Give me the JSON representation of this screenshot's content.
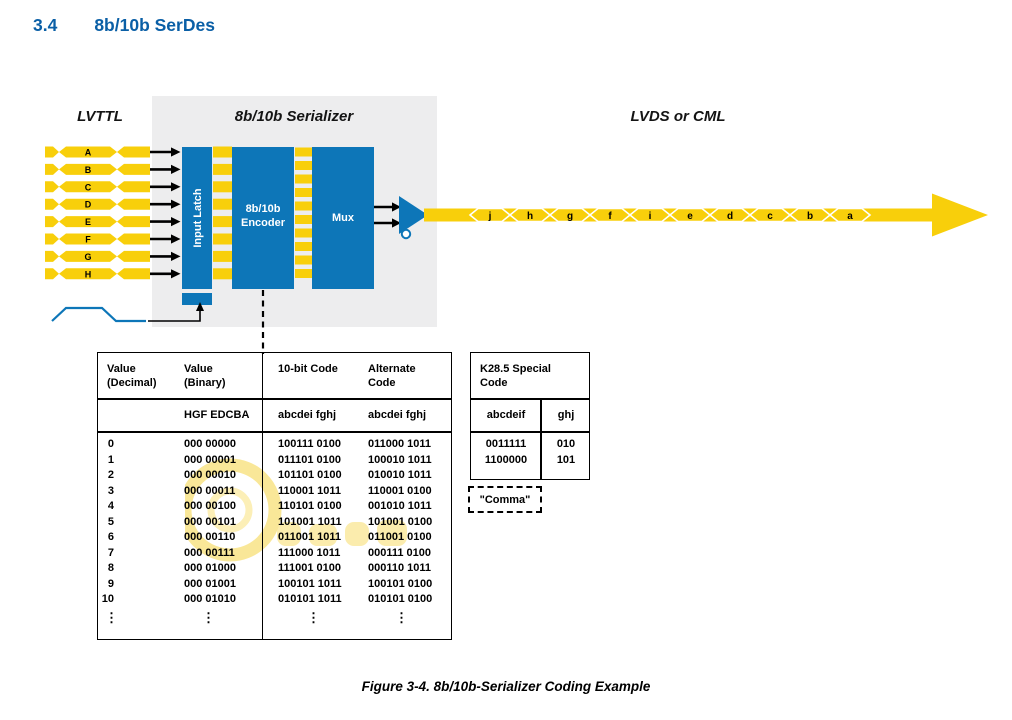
{
  "header": {
    "section_number": "3.4",
    "section_title": "8b/10b SerDes"
  },
  "colors": {
    "heading_blue": "#0a5fa6",
    "block_blue": "#0d76b8",
    "signal_yellow": "#f8cf0b",
    "panel_gray": "#ededee"
  },
  "diagram": {
    "label_left": "LVTTL",
    "label_center": "8b/10b Serializer",
    "label_right": "LVDS or CML",
    "inputs": [
      "A",
      "B",
      "C",
      "D",
      "E",
      "F",
      "G",
      "H"
    ],
    "blocks": {
      "latch": "Input Latch",
      "encoder_line1": "8b/10b",
      "encoder_line2": "Encoder",
      "mux": "Mux"
    },
    "stream_cells": [
      "j",
      "h",
      "g",
      "f",
      "i",
      "e",
      "d",
      "c",
      "b",
      "a"
    ]
  },
  "code_table": {
    "col_headers": [
      [
        "Value",
        "(Decimal)"
      ],
      [
        "Value",
        "(Binary)"
      ],
      [
        "10-bit Code",
        ""
      ],
      [
        "Alternate",
        "Code"
      ]
    ],
    "subheaders": {
      "binary": "HGF EDCBA",
      "code": "abcdei fghj",
      "alternate": "abcdei fghj"
    },
    "rows": [
      {
        "decimal": "0",
        "binary": "000 00000",
        "code": "100111 0100",
        "alternate": "011000 1011"
      },
      {
        "decimal": "1",
        "binary": "000 00001",
        "code": "011101 0100",
        "alternate": "100010 1011"
      },
      {
        "decimal": "2",
        "binary": "000 00010",
        "code": "101101 0100",
        "alternate": "010010 1011"
      },
      {
        "decimal": "3",
        "binary": "000 00011",
        "code": "110001 1011",
        "alternate": "110001 0100"
      },
      {
        "decimal": "4",
        "binary": "000 00100",
        "code": "110101 0100",
        "alternate": "001010 1011"
      },
      {
        "decimal": "5",
        "binary": "000 00101",
        "code": "101001 1011",
        "alternate": "101001 0100"
      },
      {
        "decimal": "6",
        "binary": "000 00110",
        "code": "011001 1011",
        "alternate": "011001 0100"
      },
      {
        "decimal": "7",
        "binary": "000 00111",
        "code": "111000 1011",
        "alternate": "000111 0100"
      },
      {
        "decimal": "8",
        "binary": "000 01000",
        "code": "111001 0100",
        "alternate": "000110 1011"
      },
      {
        "decimal": "9",
        "binary": "000 01001",
        "code": "100101 1011",
        "alternate": "100101 0100"
      },
      {
        "decimal": "10",
        "binary": "000 01010",
        "code": "010101 1011",
        "alternate": "010101 0100"
      }
    ],
    "ellipsis": "⋮"
  },
  "k_table": {
    "title_line1": "K28.5 Special",
    "title_line2": "Code",
    "subheaders": [
      "abcdeif",
      "ghj"
    ],
    "rows": [
      [
        "0011111",
        "010"
      ],
      [
        "1100000",
        "101"
      ]
    ],
    "comma_label": "\"Comma\""
  },
  "caption": "Figure 3-4. 8b/10b-Serializer Coding Example"
}
